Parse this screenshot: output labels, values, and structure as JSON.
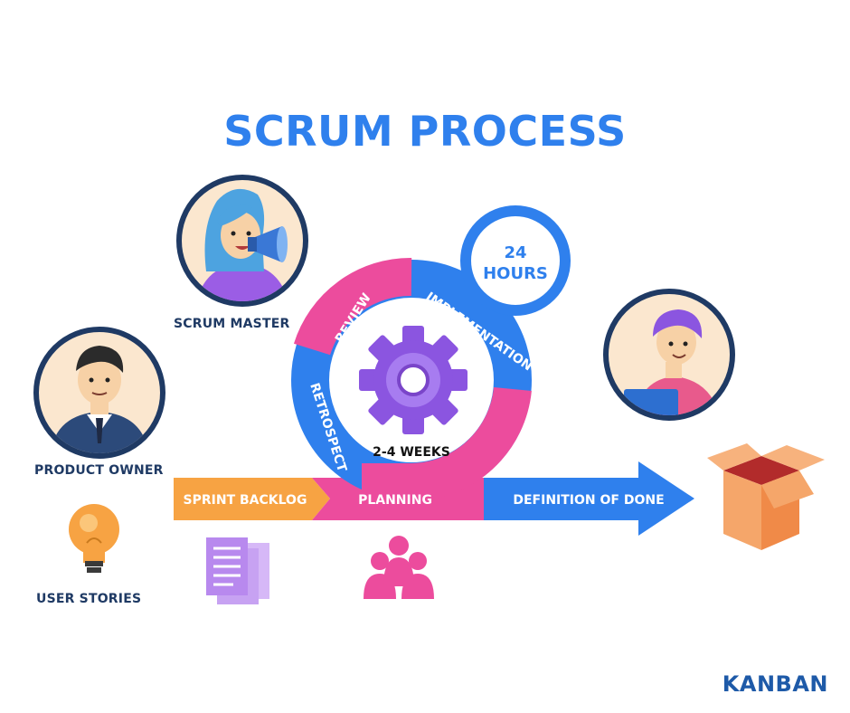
{
  "title": "SCRUM PROCESS",
  "roles": {
    "scrum_master": "SCRUM MASTER",
    "product_owner": "PRODUCT OWNER",
    "user_stories": "USER STORIES"
  },
  "cycle": {
    "review": "REVIEW",
    "implementation": "IMPLEMENTATION",
    "retrospect": "RETROSPECT",
    "duration": "2-4 WEEKS",
    "daily_top": "24",
    "daily_bottom": "HOURS"
  },
  "arrow": {
    "sprint_backlog": "SPRINT BACKLOG",
    "planning": "PLANNING",
    "definition_of_done": "DEFINITION OF DONE"
  },
  "brand": "KANBAN",
  "icons": [
    "megaphone-icon",
    "gear-icon",
    "lightbulb-icon",
    "documents-icon",
    "team-icon",
    "box-icon",
    "laptop-icon"
  ],
  "colors": {
    "blue": "#2F80ED",
    "pink": "#EC4C9D",
    "orange": "#F7A343",
    "purple": "#8B55E0",
    "navy": "#1F3A64",
    "brand_blue": "#1E5AA8",
    "skin": "#F7D1A6",
    "circle_bg": "#FBE7CF"
  }
}
